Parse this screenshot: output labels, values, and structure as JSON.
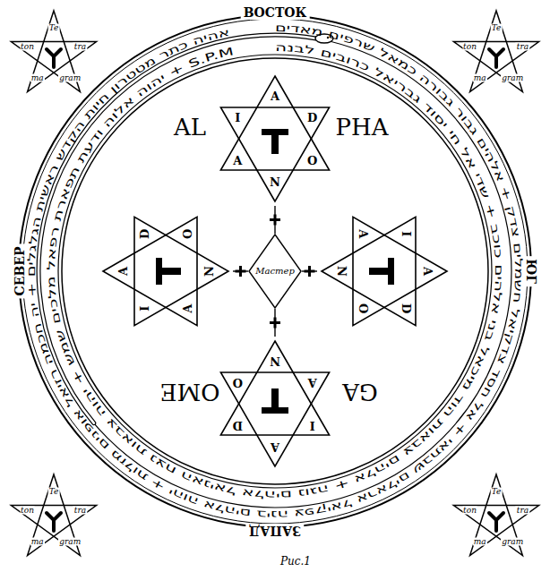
{
  "diagram": {
    "caption": "Рис.1",
    "nodes": [
      {
        "text": [
          "Te",
          "tra",
          "gram",
          "ma",
          "ton"
        ]
      },
      {
        "text": [
          "Te",
          "tra",
          "gram",
          "ma",
          "ton"
        ]
      },
      {
        "text": [
          "AL",
          "PHA",
          "A",
          "D",
          "O",
          "N",
          "A",
          "I"
        ]
      },
      {
        "text": [
          "A",
          "D",
          "O",
          "N",
          "A",
          "I"
        ]
      },
      {
        "text": [
          "Мастер"
        ]
      },
      {
        "text": [
          "A",
          "D",
          "O",
          "N",
          "A",
          "I"
        ]
      },
      {
        "text": [
          "OME",
          "GA",
          "A",
          "D",
          "O",
          "N",
          "A",
          "I"
        ]
      },
      {
        "text": [
          "Te",
          "tra",
          "gram",
          "ma",
          "ton"
        ]
      },
      {
        "text": [
          "Te",
          "tra",
          "gram",
          "ma",
          "ton"
        ]
      }
    ],
    "edges": [
      {
        "from": 4,
        "to": 2,
        "arrow": "none"
      },
      {
        "from": 4,
        "to": 3,
        "arrow": "none"
      },
      {
        "from": 4,
        "to": 5,
        "arrow": "none"
      },
      {
        "from": 4,
        "to": 6,
        "arrow": "none"
      }
    ],
    "labels": [
      "ВОСТОК",
      "СЕВЕР",
      "ЮГ",
      "ЗАПАД",
      "אהיה כתר מטטרון חיות הקדש ראשית הגלגלים + יה חכמה רזיאל אופנים מזלות + יהוה אלהים בינה צפקיאל אראלים שבתאי + אל חסד צדקיאל חשמלים צדק + אלהים גבור גבורה כמאל שרפים מאדים",
      "יהוה אלוה ודעת תפארת רפאל מלכים שמש + יהוה צבאות נצח האניאל אלהים נוגה + אלהים צבאות הוד מיכאל בני אלהים כוכב + שדי אל חי יסוד גבריאל כרובים לבנה + S.P.M"
    ]
  }
}
